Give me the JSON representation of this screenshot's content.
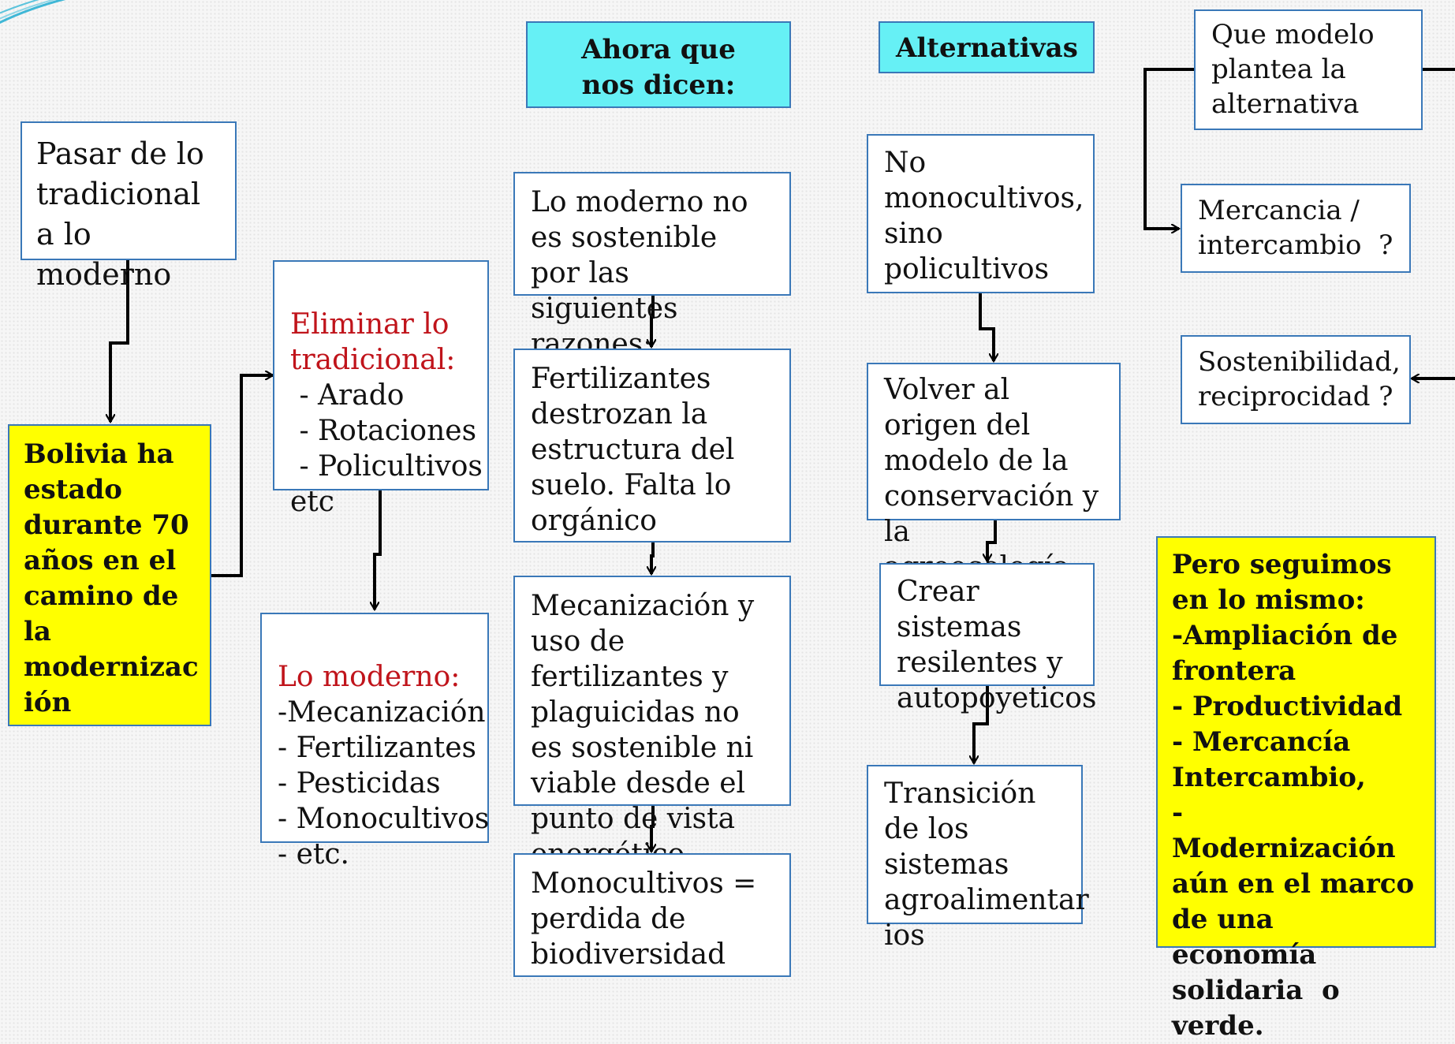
{
  "headers": {
    "ahora": "Ahora que nos dicen:",
    "alternativas": "Alternativas"
  },
  "col1": {
    "pasar": "Pasar de lo tradicional a lo moderno",
    "bolivia": "Bolivia ha estado durante 70 años en el camino de la modernizac ión"
  },
  "col2": {
    "eliminar_title": "Eliminar lo tradicional:",
    "eliminar_items": " - Arado\n - Rotaciones\n - Policultivos\netc",
    "moderno_title": "Lo moderno:",
    "moderno_items": "-Mecanización\n- Fertilizantes\n- Pesticidas\n- Monocultivos\n- etc."
  },
  "col3": {
    "no_sostenible": "Lo moderno no es sostenible por las siguientes razones:",
    "fertilizantes": "Fertilizantes destrozan la estructura del suelo. Falta lo orgánico",
    "mecanizacion": "Mecanización y uso de fertilizantes y plaguicidas no es sostenible ni viable desde el punto de vista energético",
    "monocultivos": "Monocultivos  = perdida de biodiversidad"
  },
  "col4": {
    "policultivos": "No monocultivos, sino policultivos",
    "volver": "Volver al origen del modelo de la conservación y la agroecología",
    "crear": "Crear sistemas resilentes  y autopoyeticos",
    "transicion": "Transición de los sistemas agroalimentar ios"
  },
  "col5": {
    "modelo": "Que modelo plantea la alternativa",
    "mercancia": "Mercancia / intercambio  ?",
    "sostenibilidad": "Sostenibilidad, reciprocidad ?",
    "pero": "Pero seguimos en lo mismo:\n-Ampliación de frontera\n- Productividad\n- Mercancía Intercambio,\n-  Modernización aún en el marco de una economía solidaria  o verde."
  },
  "colors": {
    "box_border": "#3a78b8",
    "yellow": "#ffff00",
    "cyan": "#66f0f5",
    "red_text": "#c0141b"
  }
}
